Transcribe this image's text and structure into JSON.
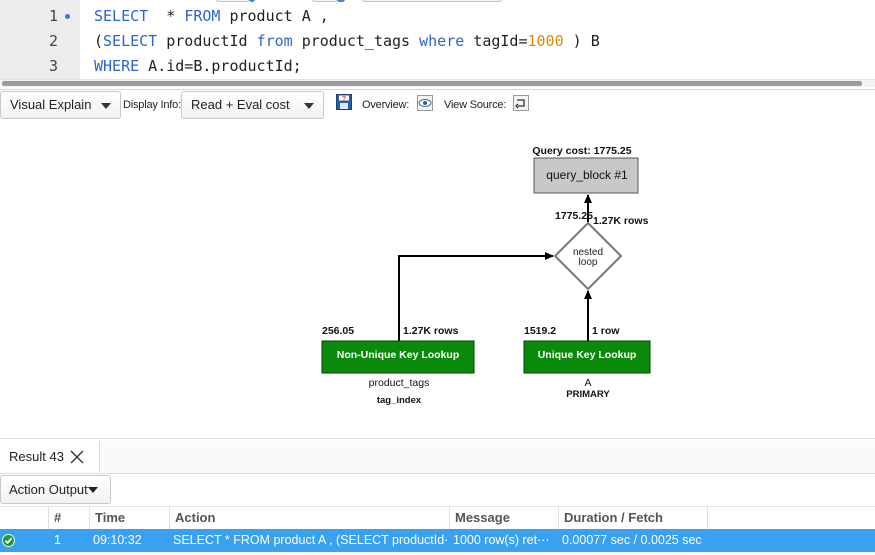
{
  "editor": {
    "lines": [
      {
        "num": "1",
        "tokens": [
          {
            "t": "SELECT",
            "c": "kw"
          },
          {
            "t": "  * "
          },
          {
            "t": "FROM",
            "c": "kw"
          },
          {
            "t": " product A ,"
          }
        ]
      },
      {
        "num": "2",
        "tokens": [
          {
            "t": "("
          },
          {
            "t": "SELECT",
            "c": "kw"
          },
          {
            "t": " productId "
          },
          {
            "t": "from",
            "c": "kw"
          },
          {
            "t": " product_tags "
          },
          {
            "t": "where",
            "c": "kw"
          },
          {
            "t": " tagId="
          },
          {
            "t": "1000",
            "c": "num"
          },
          {
            "t": " ) B"
          }
        ]
      },
      {
        "num": "3",
        "tokens": [
          {
            "t": "WHERE",
            "c": "kw"
          },
          {
            "t": " A.id=B.productId;"
          }
        ]
      }
    ]
  },
  "toolbar": {
    "view_mode": "Visual Explain",
    "display_info_label": "Display Info:",
    "display_info_value": "Read + Eval cost",
    "overview_label": "Overview:",
    "view_source_label": "View Source:"
  },
  "explain": {
    "query_cost": "Query cost: 1775.25",
    "query_block": "query_block #1",
    "top_cost": "1775.25",
    "top_rows": "1.27K rows",
    "nested_loop_line1": "nested",
    "nested_loop_line2": "loop",
    "left": {
      "cost": "256.05",
      "rows": "1.27K rows",
      "label": "Non-Unique Key Lookup",
      "table": "product_tags",
      "index": "tag_index"
    },
    "right": {
      "cost": "1519.2",
      "rows": "1 row",
      "label": "Unique Key Lookup",
      "table": "A",
      "index": "PRIMARY"
    },
    "colors": {
      "lookup_fill": "#0a8a0a",
      "block_fill": "#c8c8c8"
    }
  },
  "results": {
    "tab_label": "Result 43",
    "output_selector": "Action Output"
  },
  "output_table": {
    "headers": [
      "#",
      "Time",
      "Action",
      "Message",
      "Duration / Fetch"
    ],
    "row": {
      "num": "1",
      "time": "09:10:32",
      "action": "SELECT  * FROM product A , (SELECT productId⋯",
      "message": "1000 row(s) ret⋯",
      "duration": "0.00077 sec / 0.0025 sec"
    }
  },
  "colors": {
    "selected_row": "#3aa0f0",
    "keyword": "#2b63d0",
    "number": "#e08a00"
  }
}
